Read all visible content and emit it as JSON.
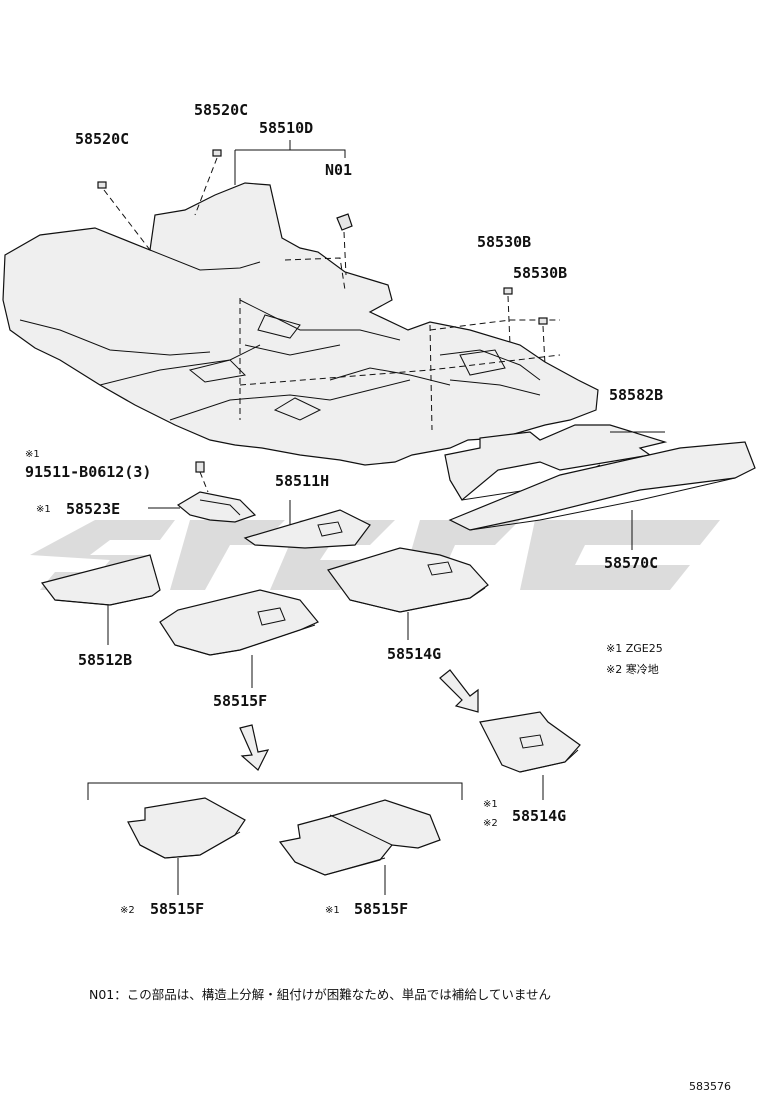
{
  "labels": {
    "p58520c_left": "58520C",
    "p58520c_top": "58520C",
    "p58510d": "58510D",
    "n01": "N01",
    "p58530b_1": "58530B",
    "p58530b_2": "58530B",
    "p58582b": "58582B",
    "mark1_screw": "※1",
    "p91511": "91511-B0612(3)",
    "mark1_bracket": "※1",
    "p58523e": "58523E",
    "p58511h": "58511H",
    "p58570c": "58570C",
    "p58512b": "58512B",
    "p58515f_main": "58515F",
    "p58514g_main": "58514G",
    "p58514g_variant": "58514G",
    "mark1_variant": "※1",
    "mark2_variant": "※2",
    "mark2_left": "※2",
    "p58515f_left": "58515F",
    "mark1_right": "※1",
    "p58515f_right": "58515F"
  },
  "legend": {
    "line1": "※1  ZGE25",
    "line2": "※2  寒冷地"
  },
  "footnote": "N01：この部品は、構造上分解・組付けが困難なため、単品では補給していません",
  "figure_id": "583576",
  "colors": {
    "line": "#111111",
    "part_fill": "#efefef",
    "watermark": "#bfbfbf"
  }
}
